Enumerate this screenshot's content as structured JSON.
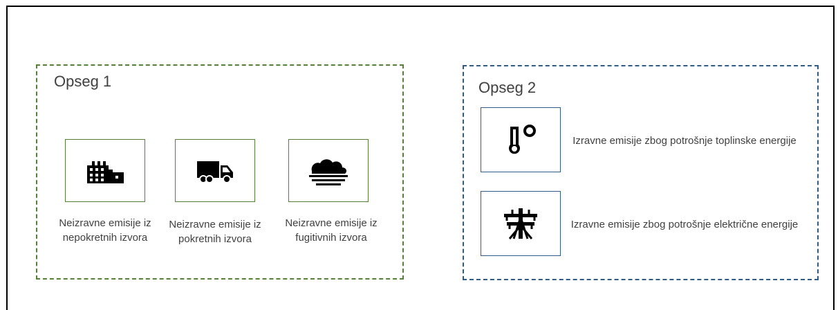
{
  "scope_1": {
    "title": "Opseg 1",
    "border_color": "#548235",
    "items": [
      {
        "icon": "factory-icon",
        "label": "Neizravne emisije iz nepokretnih izvora"
      },
      {
        "icon": "truck-icon",
        "label": "Neizravne emisije iz pokretnih izvora"
      },
      {
        "icon": "cloud-fog-icon",
        "label": "Neizravne emisije iz fugitivnih izvora"
      }
    ]
  },
  "scope_2": {
    "title": "Opseg 2",
    "border_color": "#2e5c8a",
    "items": [
      {
        "icon": "thermometer-degree-icon",
        "label": "Izravne emisije zbog potrošnje toplinske energije"
      },
      {
        "icon": "power-pylon-icon",
        "label": "Izravne emisije zbog potrošnje električne energije"
      }
    ]
  }
}
